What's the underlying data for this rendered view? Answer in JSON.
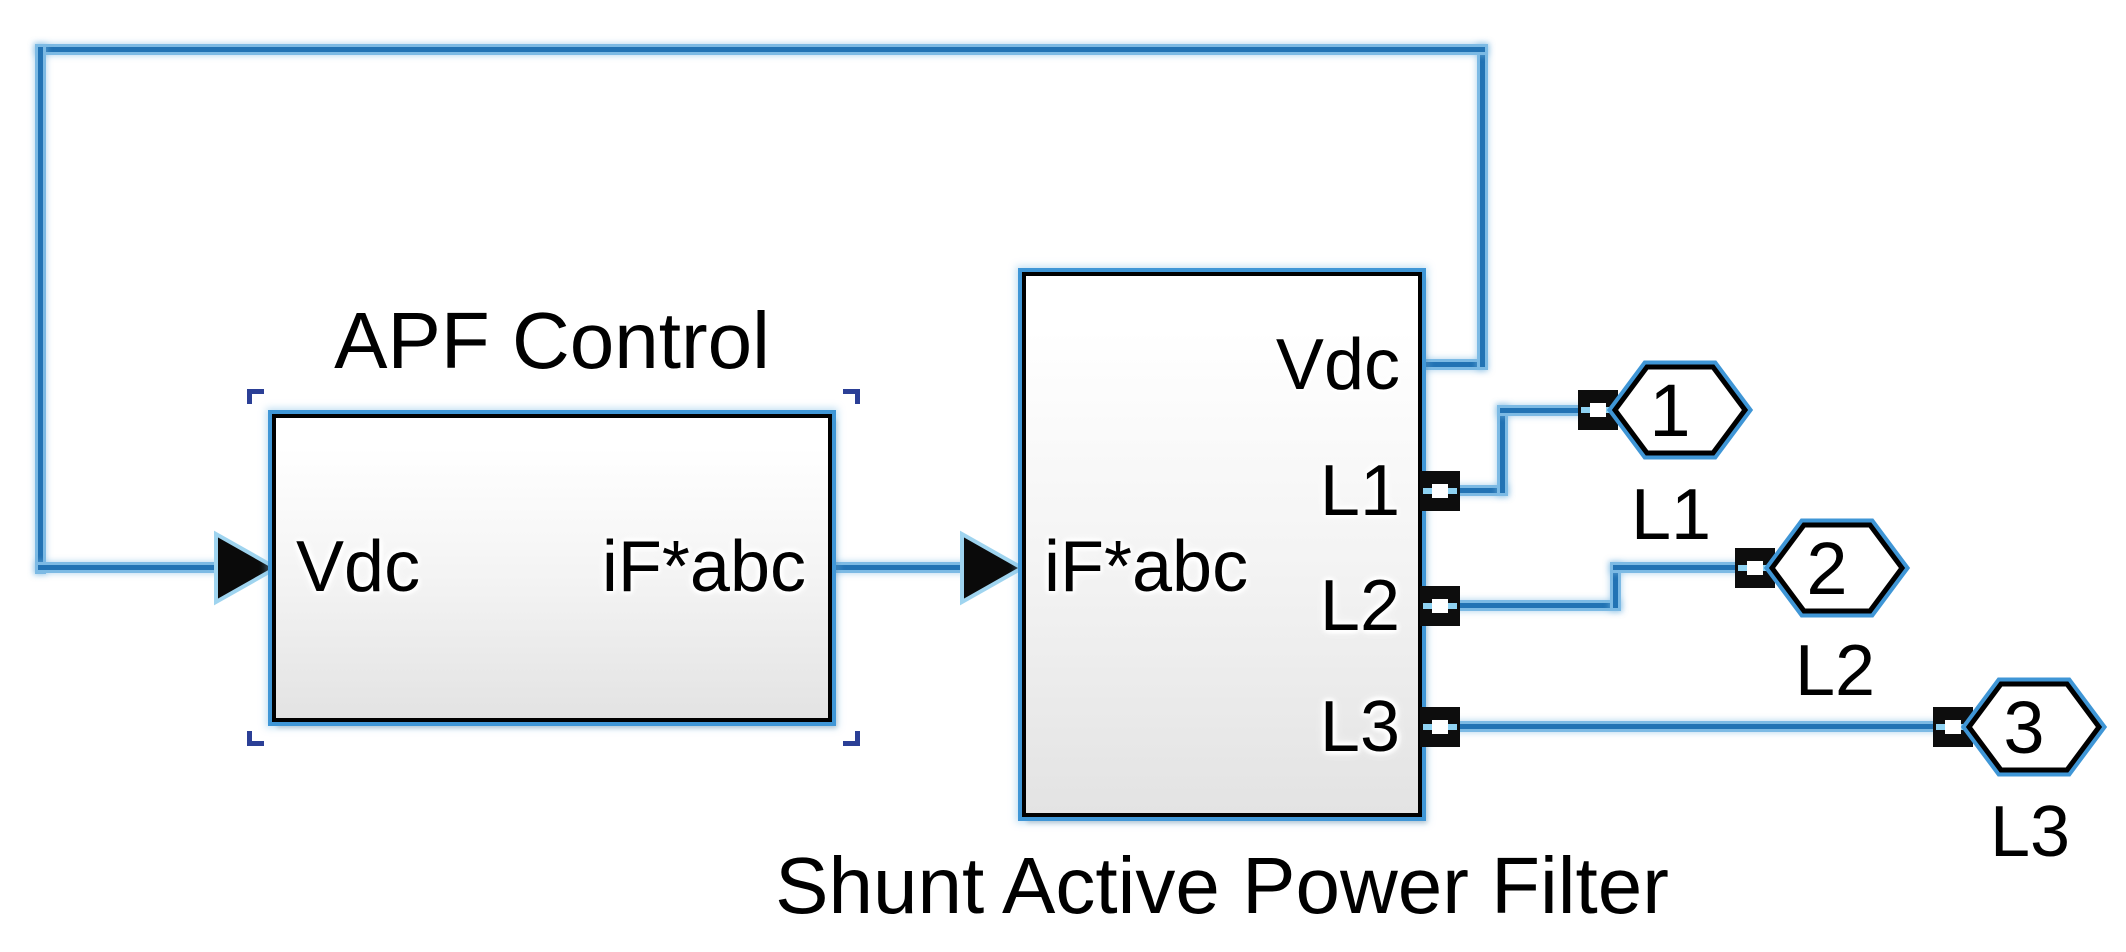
{
  "colors": {
    "canvas_bg": "#ffffff",
    "text": "#000000",
    "wire_core": "#2273b4",
    "wire_halo": "#7cbae4",
    "selection": "#3f96d6",
    "bracket": "#2b3f96",
    "port_cyan": "#8ed2f2",
    "block_border": "#000000",
    "block_fill_top": "#ffffff",
    "block_fill_bottom": "#e3e3e3"
  },
  "blocks": {
    "apf_control": {
      "title": "APF Control",
      "input_port": "Vdc",
      "output_port": "iF*abc"
    },
    "shunt_apf": {
      "title": "Shunt Active Power Filter",
      "input_port": "iF*abc",
      "output_ports": [
        "Vdc",
        "L1",
        "L2",
        "L3"
      ]
    }
  },
  "outports": [
    {
      "number": "1",
      "label": "L1"
    },
    {
      "number": "2",
      "label": "L2"
    },
    {
      "number": "3",
      "label": "L3"
    }
  ]
}
